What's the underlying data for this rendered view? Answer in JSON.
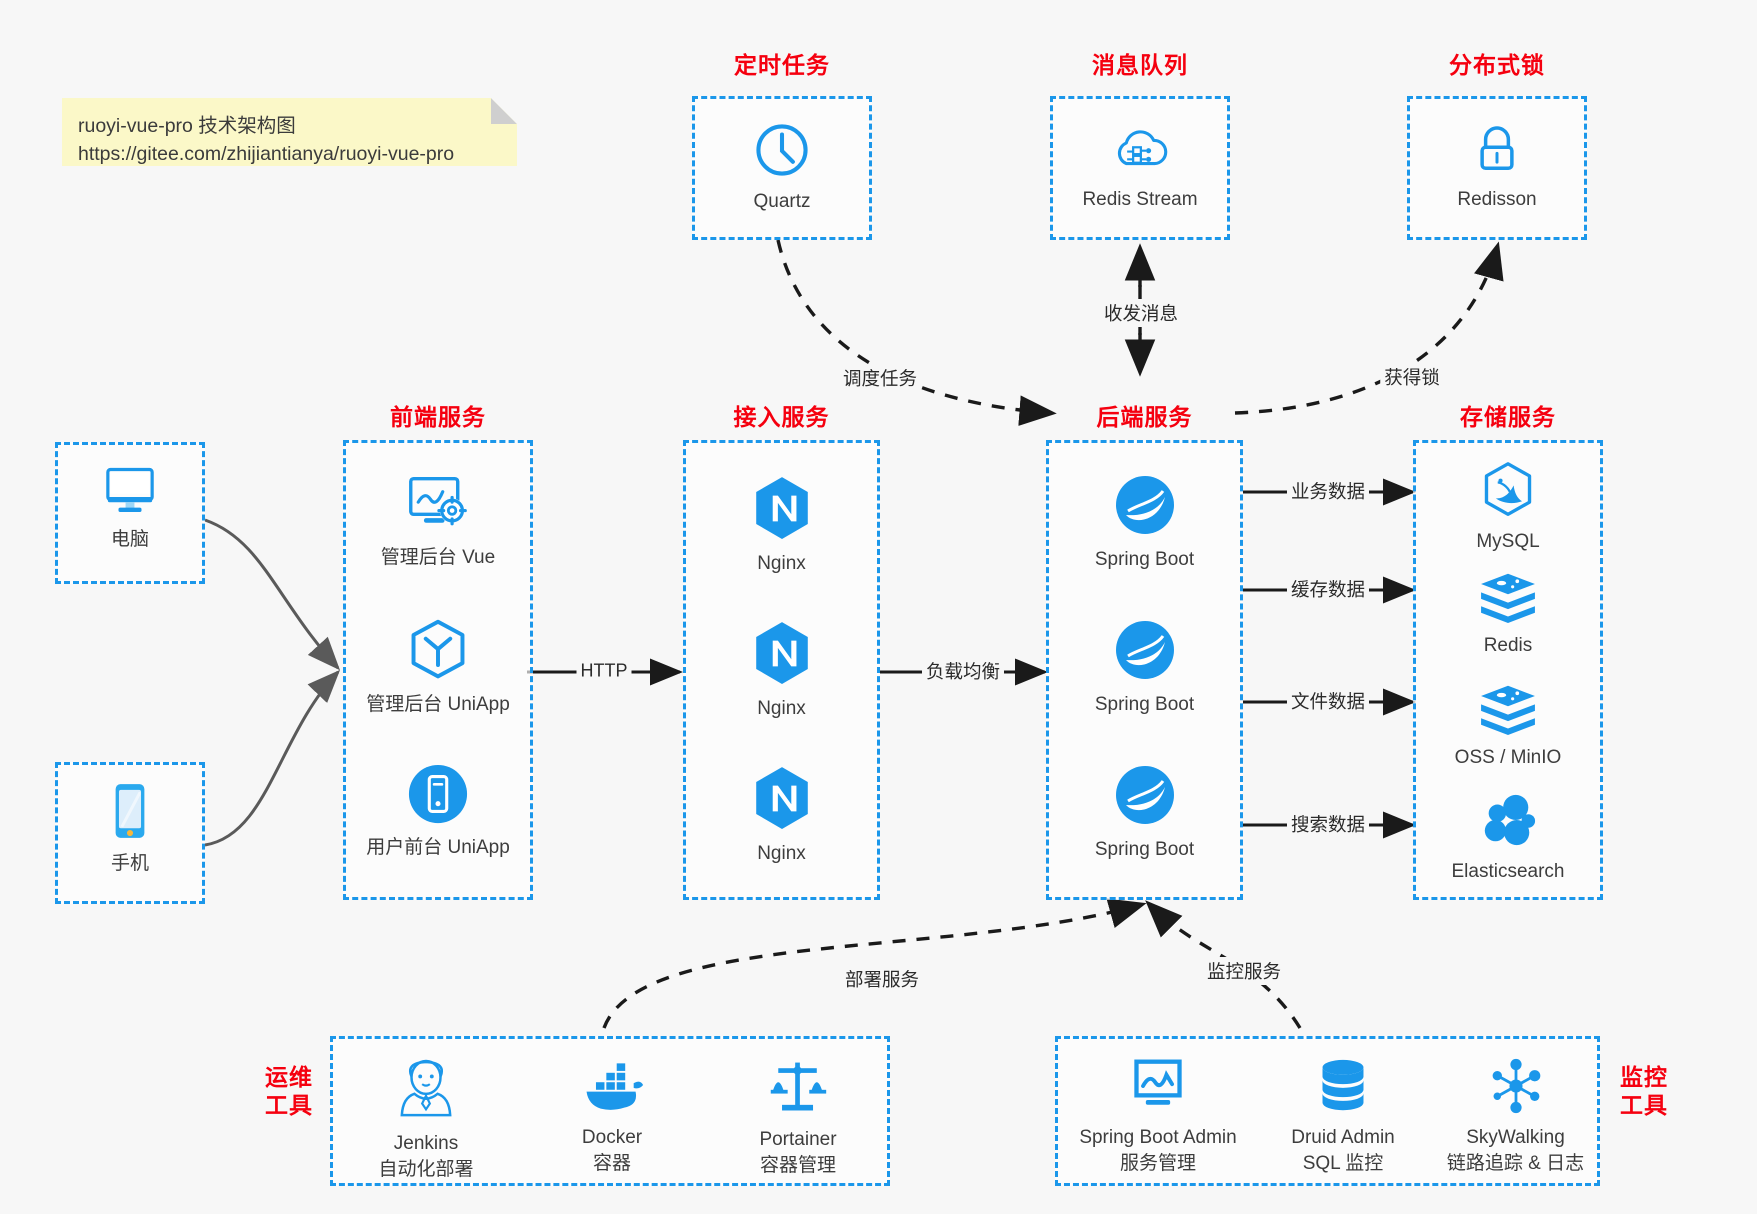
{
  "note": {
    "line1": "ruoyi-vue-pro 技术架构图",
    "line2": "https://gitee.com/zhijiantianya/ruoyi-vue-pro"
  },
  "colors": {
    "box_border": "#1b97ea",
    "group_title": "#f5000f",
    "icon_blue": "#1b97ea",
    "background": "#f7f7f7",
    "note_bg": "#fbf8c8",
    "edge": "#2b2b2b",
    "solid_edge": "#5a5a5a"
  },
  "groups": {
    "scheduled_task": {
      "title": "定时任务",
      "nodes": [
        {
          "label": "Quartz",
          "icon": "clock-icon"
        }
      ]
    },
    "message_queue": {
      "title": "消息队列",
      "nodes": [
        {
          "label": "Redis Stream",
          "icon": "cloud-stream-icon"
        }
      ]
    },
    "distributed_lock": {
      "title": "分布式锁",
      "nodes": [
        {
          "label": "Redisson",
          "icon": "lock-icon"
        }
      ]
    },
    "client_pc": {
      "nodes": [
        {
          "label": "电脑",
          "icon": "desktop-icon"
        }
      ]
    },
    "client_mobile": {
      "nodes": [
        {
          "label": "手机",
          "icon": "phone-icon"
        }
      ]
    },
    "frontend": {
      "title": "前端服务",
      "nodes": [
        {
          "label": "管理后台 Vue",
          "icon": "dashboard-gear-icon"
        },
        {
          "label": "管理后台 UniApp",
          "icon": "hexagon-cube-icon"
        },
        {
          "label": "用户前台 UniApp",
          "icon": "mobile-circle-icon"
        }
      ]
    },
    "gateway": {
      "title": "接入服务",
      "nodes": [
        {
          "label": "Nginx",
          "icon": "nginx-icon"
        },
        {
          "label": "Nginx",
          "icon": "nginx-icon"
        },
        {
          "label": "Nginx",
          "icon": "nginx-icon"
        }
      ]
    },
    "backend": {
      "title": "后端服务",
      "nodes": [
        {
          "label": "Spring Boot",
          "icon": "spring-boot-icon"
        },
        {
          "label": "Spring Boot",
          "icon": "spring-boot-icon"
        },
        {
          "label": "Spring Boot",
          "icon": "spring-boot-icon"
        }
      ]
    },
    "storage": {
      "title": "存储服务",
      "nodes": [
        {
          "label": "MySQL",
          "icon": "mysql-icon"
        },
        {
          "label": "Redis",
          "icon": "redis-icon"
        },
        {
          "label": "OSS / MinIO",
          "icon": "redis-icon"
        },
        {
          "label": "Elasticsearch",
          "icon": "elasticsearch-icon"
        }
      ]
    },
    "devops": {
      "title": "运维\n工具",
      "title_line1": "运维",
      "title_line2": "工具",
      "nodes": [
        {
          "label": "Jenkins",
          "sublabel": "自动化部署",
          "icon": "jenkins-icon"
        },
        {
          "label": "Docker",
          "sublabel": "容器",
          "icon": "docker-icon"
        },
        {
          "label": "Portainer",
          "sublabel": "容器管理",
          "icon": "scales-icon"
        }
      ]
    },
    "monitoring": {
      "title_line1": "监控",
      "title_line2": "工具",
      "nodes": [
        {
          "label": "Spring Boot Admin",
          "sublabel": "服务管理",
          "icon": "monitor-chart-icon"
        },
        {
          "label": "Druid Admin",
          "sublabel": "SQL 监控",
          "icon": "database-icon"
        },
        {
          "label": "SkyWalking",
          "sublabel": "链路追踪 & 日志",
          "icon": "skywalking-icon"
        }
      ]
    }
  },
  "edges": [
    {
      "id": "schedule",
      "label": "调度任务",
      "style": "dashed"
    },
    {
      "id": "mq",
      "label": "收发消息",
      "style": "dashed"
    },
    {
      "id": "lock",
      "label": "获得锁",
      "style": "dashed"
    },
    {
      "id": "http",
      "label": "HTTP",
      "style": "solid"
    },
    {
      "id": "lb",
      "label": "负载均衡",
      "style": "solid"
    },
    {
      "id": "biz-data",
      "label": "业务数据",
      "style": "solid"
    },
    {
      "id": "cache-data",
      "label": "缓存数据",
      "style": "solid"
    },
    {
      "id": "file-data",
      "label": "文件数据",
      "style": "solid"
    },
    {
      "id": "search-data",
      "label": "搜索数据",
      "style": "solid"
    },
    {
      "id": "deploy",
      "label": "部署服务",
      "style": "dashed"
    },
    {
      "id": "monitor",
      "label": "监控服务",
      "style": "dashed"
    }
  ]
}
